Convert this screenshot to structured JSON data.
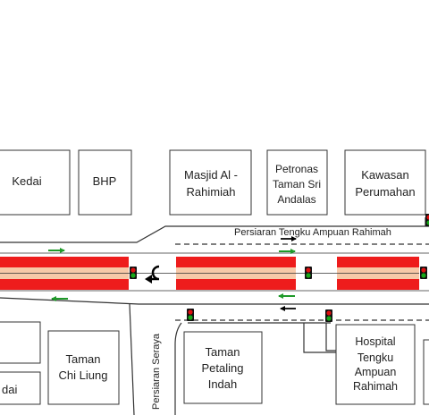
{
  "buildings": {
    "kedai_top": "Kedai",
    "bhp": "BHP",
    "masjid": [
      "Masjid Al -",
      "Rahimiah"
    ],
    "petronas": [
      "Petronas",
      "Taman Sri",
      "Andalas"
    ],
    "kawasan": [
      "Kawasan",
      "Perumahan"
    ],
    "chi_liung": [
      "Taman",
      "Chi Liung"
    ],
    "kedai_bottom": "dai",
    "petaling": [
      "Taman",
      "Petaling",
      "Indah"
    ],
    "hospital": [
      "Hospital",
      "Tengku",
      "Ampuan",
      "Rahimah"
    ]
  },
  "roads": {
    "persiaran_tengku": "Persiaran Tengku Ampuan Rahimah",
    "persiaran_seraya": "Persiaran Seraya"
  },
  "colors": {
    "road_red": "#ee1c1c",
    "road_center": "#f7c9a8",
    "arrow_green": "#1f9a2a",
    "arrow_black": "#000000",
    "signal_red": "#e01010",
    "signal_green": "#18a818"
  },
  "icons": {
    "traffic_light": "traffic-light-icon",
    "u_turn": "u-turn-icon",
    "direction_arrow": "arrow-icon"
  }
}
